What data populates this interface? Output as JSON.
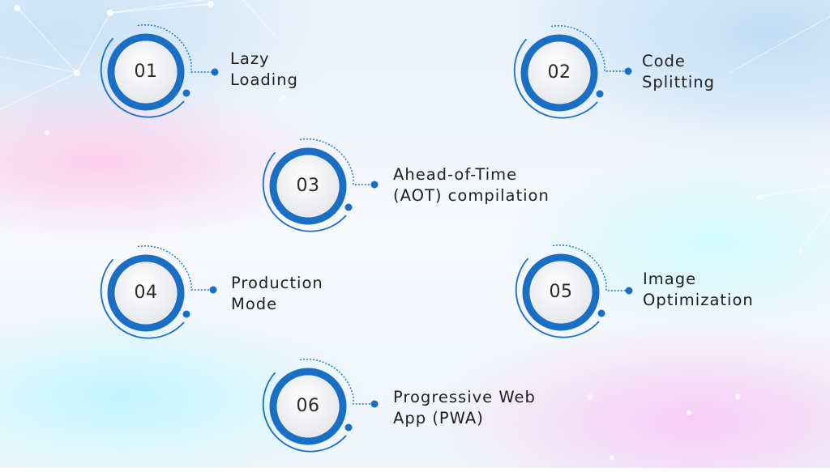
{
  "diagram": {
    "accent_color": "#1a6ec4",
    "items": [
      {
        "number": "01",
        "label_line1": "Lazy",
        "label_line2": "Loading"
      },
      {
        "number": "02",
        "label_line1": "Code",
        "label_line2": "Splitting"
      },
      {
        "number": "03",
        "label_line1": "Ahead-of-Time",
        "label_line2": "(AOT) compilation"
      },
      {
        "number": "04",
        "label_line1": "Production",
        "label_line2": "Mode"
      },
      {
        "number": "05",
        "label_line1": "Image",
        "label_line2": "Optimization"
      },
      {
        "number": "06",
        "label_line1": "Progressive Web",
        "label_line2": "App (PWA)"
      }
    ]
  }
}
